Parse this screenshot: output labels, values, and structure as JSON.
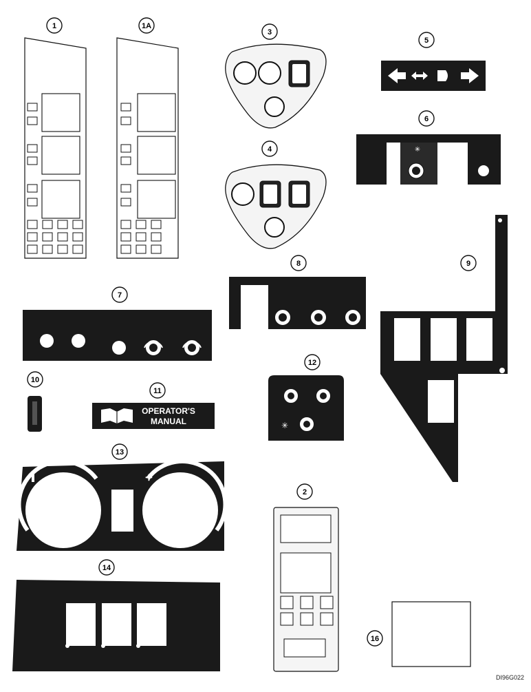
{
  "callouts": {
    "c1": "1",
    "c1a": "1A",
    "c2": "2",
    "c3": "3",
    "c4": "4",
    "c5": "5",
    "c6": "6",
    "c7": "7",
    "c8": "8",
    "c9": "9",
    "c10": "10",
    "c11": "11",
    "c12": "12",
    "c13": "13",
    "c14": "14",
    "c16": "16"
  },
  "decal11": {
    "line1": "OPERATOR'S",
    "line2": "MANUAL"
  },
  "drawing_code": "DI96G022",
  "colors": {
    "ink": "#111111",
    "panel": "#1a1a1a",
    "paper": "#ffffff"
  }
}
